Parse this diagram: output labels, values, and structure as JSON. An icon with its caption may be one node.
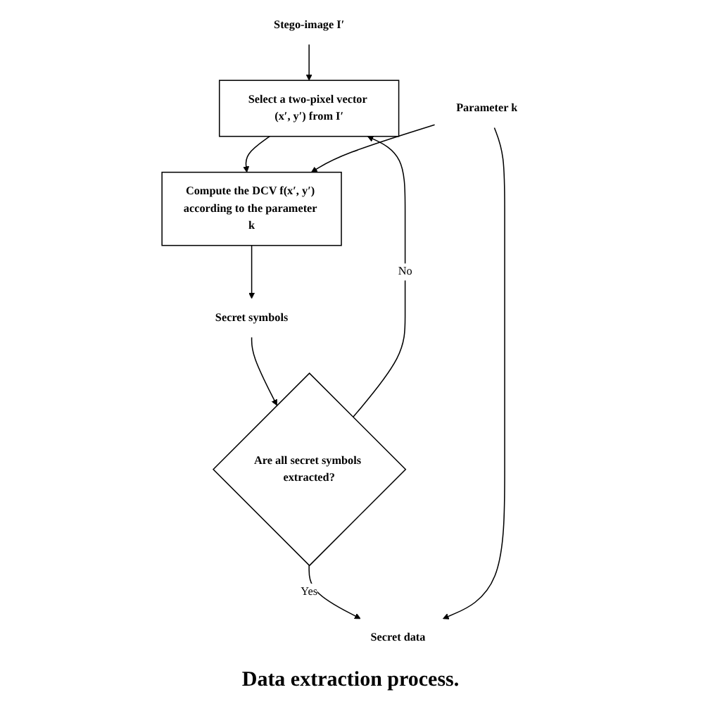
{
  "diagram": {
    "caption": "Data extraction process.",
    "nodes": [
      {
        "text": [
          "Stego-image I′"
        ]
      },
      {
        "text": [
          "Select a two-pixel vector (x′, y′) from I′"
        ]
      },
      {
        "text": [
          "Compute the DCV f(x′, y′) according to the parameter k"
        ]
      },
      {
        "text": [
          "Parameter k"
        ]
      },
      {
        "text": [
          "Secret symbols"
        ]
      },
      {
        "text": [
          "Are all secret symbols extracted?"
        ]
      },
      {
        "text": [
          "Secret data"
        ]
      }
    ],
    "edges": [
      {
        "from": 0,
        "to": 1,
        "arrow": "to"
      },
      {
        "from": 1,
        "to": 2,
        "arrow": "to"
      },
      {
        "from": 3,
        "to": 2,
        "arrow": "to"
      },
      {
        "from": 2,
        "to": 4,
        "arrow": "to"
      },
      {
        "from": 4,
        "to": 5,
        "arrow": "to"
      },
      {
        "from": 5,
        "to": 6,
        "arrow": "to",
        "label": "Yes"
      },
      {
        "from": 5,
        "to": 1,
        "arrow": "to",
        "label": "No"
      },
      {
        "from": 3,
        "to": 6,
        "arrow": "to"
      }
    ]
  }
}
